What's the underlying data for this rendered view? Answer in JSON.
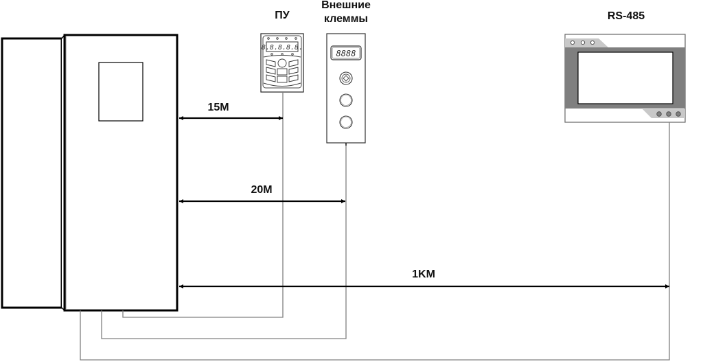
{
  "diagram": {
    "type": "connection-distance-diagram",
    "devices": {
      "drive": {
        "name": "frequency-inverter-cabinet"
      },
      "keypad": {
        "label": "ПУ",
        "display": "8.8.8.8.8."
      },
      "terminals": {
        "label_line1": "Внешние",
        "label_line2": "клеммы",
        "display": "8888"
      },
      "hmi": {
        "label": "RS-485"
      }
    },
    "distances": [
      {
        "id": "keypad",
        "label": "15M",
        "from": "drive",
        "to": "keypad"
      },
      {
        "id": "terminals",
        "label": "20M",
        "from": "drive",
        "to": "terminals"
      },
      {
        "id": "rs485",
        "label": "1KM",
        "from": "drive",
        "to": "hmi"
      }
    ],
    "colors": {
      "line": "#000000",
      "wire": "#808080",
      "hmi_frame": "#7f7f7f",
      "hmi_band": "#c8c8c8"
    }
  }
}
